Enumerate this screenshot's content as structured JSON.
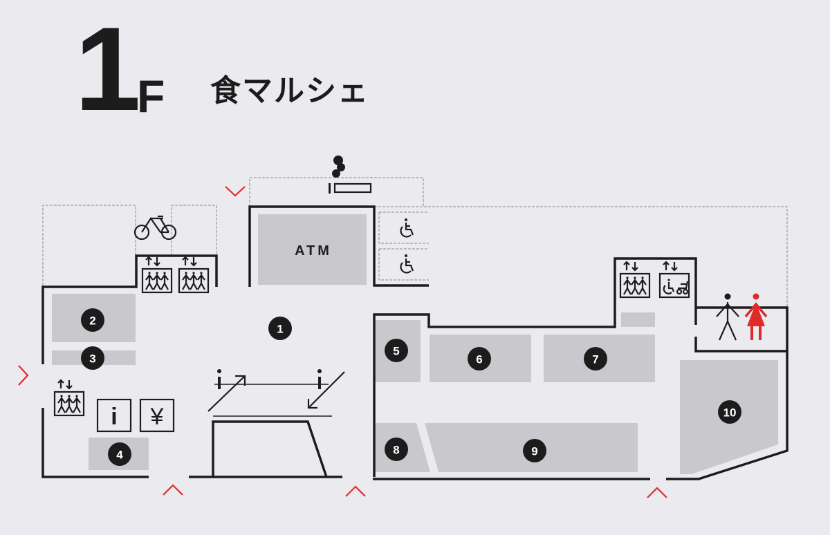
{
  "header": {
    "floor_number": "1",
    "floor_suffix": "F",
    "floor_name": "食マルシェ"
  },
  "facilities": {
    "atm_label": "ATM",
    "info_label": "i",
    "yen_label": "¥"
  },
  "shops": [
    {
      "number": "1"
    },
    {
      "number": "2"
    },
    {
      "number": "3"
    },
    {
      "number": "4"
    },
    {
      "number": "5"
    },
    {
      "number": "6"
    },
    {
      "number": "7"
    },
    {
      "number": "8"
    },
    {
      "number": "9"
    },
    {
      "number": "10"
    }
  ],
  "colors": {
    "accent": "#e02a2a",
    "ink": "#1c1c1c",
    "shop_fill": "#c9c9cd",
    "background": "#ebeaee"
  },
  "icons": [
    "bicycle-icon",
    "elevator-icon",
    "wheelchair-icon",
    "smoking-icon",
    "escalator-icon",
    "restroom-male-icon",
    "restroom-female-icon",
    "entrance-chevron-icon"
  ]
}
